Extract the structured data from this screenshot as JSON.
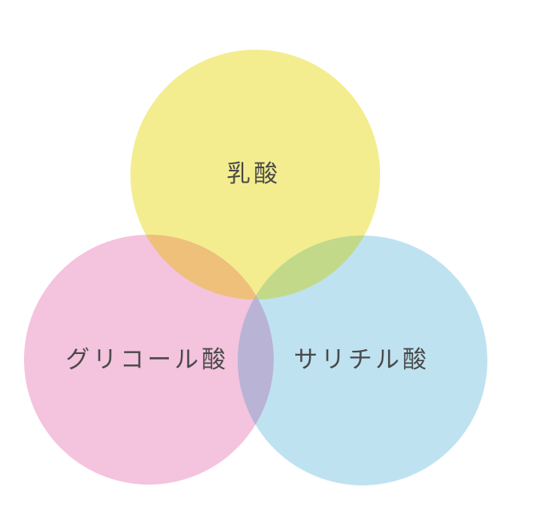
{
  "diagram": {
    "type": "venn-3",
    "sets": [
      {
        "label": "乳酸",
        "color": "#f3ed8f"
      },
      {
        "label": "グリコール酸",
        "color": "#f4c3dd"
      },
      {
        "label": "サリチル酸",
        "color": "#bfe2f1"
      }
    ],
    "overlap_colors": {
      "yellow_pink": "#eec07a",
      "yellow_blue": "#c3d98a",
      "pink_blue": "#b9b3d6"
    },
    "text_color": "#4a4a4a"
  }
}
